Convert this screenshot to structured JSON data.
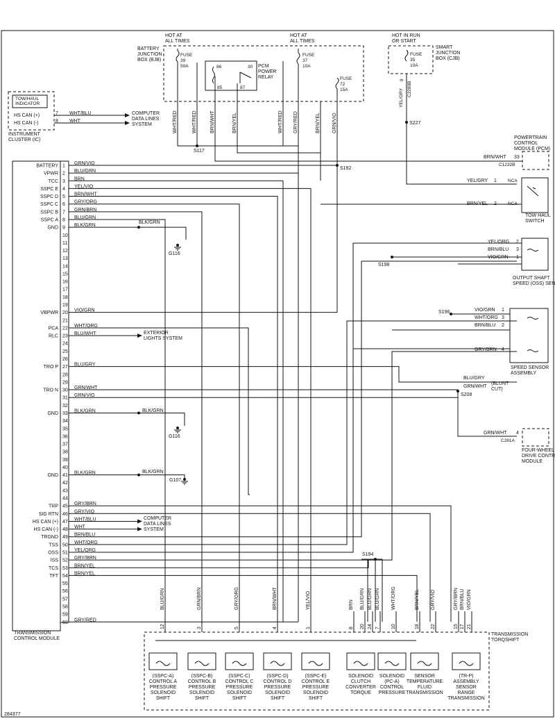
{
  "figure_id": "284377",
  "bjb": {
    "hot_label": [
      "HOT AT",
      "ALL TIMES"
    ],
    "box_name": [
      "BATTERY",
      "JUNCTION",
      "BOX (BJB)"
    ],
    "fuse39": [
      "FUSE",
      "39",
      "50A"
    ],
    "relay": [
      "PCM",
      "POWER",
      "RELAY"
    ],
    "relay_pins": [
      "86",
      "30",
      "85",
      "87"
    ],
    "hot_label2": [
      "HOT AT",
      "ALL TIMES"
    ],
    "fuse37": [
      "FUSE",
      "37",
      "10A"
    ],
    "fuse72": [
      "FUSE",
      "72",
      "15A"
    ]
  },
  "cjb": {
    "hot_label": [
      "HOT IN RUN",
      "OR START"
    ],
    "box_name": [
      "SMART",
      "JUNCTION",
      "BOX (CJB)"
    ],
    "fuse35": [
      "FUSE",
      "35",
      "10A"
    ],
    "pin": "9",
    "connector": "C2280B",
    "wire": "YEL/GRY",
    "splice": "S227"
  },
  "ic": {
    "indicator": [
      "TOW/HAUL",
      "INDICATOR"
    ],
    "pins": [
      {
        "name": "HS CAN (+)",
        "num": "7",
        "wire": "WHT/BLU"
      },
      {
        "name": "HS CAN (-)",
        "num": "8",
        "wire": "WHT"
      }
    ],
    "dest": [
      "COMPUTER",
      "DATA LINES",
      "SYSTEM"
    ],
    "name": [
      "INSTRUMENT",
      "CLUSTER (IC)"
    ]
  },
  "top_wires": [
    "WHT/RED",
    "WHT/RED",
    "BRN/WHT",
    "BRN/YEL",
    "WHT/RED",
    "GRY/RED",
    "BRN/YEL",
    "GRN/VIO"
  ],
  "splices": {
    "s117": "S117",
    "s192": "S192",
    "s198": "S198",
    "s196": "S196",
    "s208": "S208",
    "s194": "S194"
  },
  "pcm": {
    "name": [
      "POWERTRAIN",
      "CONTROL",
      "MODULE (PCM)"
    ],
    "wire": "BRN/WHT",
    "pin": "33",
    "connector": "C1232B"
  },
  "tow_switch": {
    "name": [
      "TOW HAUL",
      "SWITCH"
    ],
    "w1": "YEL/GRY",
    "p1": "1",
    "w2": "BRN/YEL",
    "p2": "2",
    "nca": "NCA"
  },
  "oss": {
    "name": [
      "OUTPUT SHAFT",
      "SPEED (OSS) SENSOR"
    ],
    "wires": [
      {
        "w": "YEL/ORG",
        "p": "2"
      },
      {
        "w": "BRN/BLU",
        "p": "3"
      },
      {
        "w": "VIO/GRN",
        "p": "1"
      }
    ]
  },
  "speed_assy": {
    "name": [
      "SPEED SENSOR",
      "ASSEMBLY"
    ],
    "wires": [
      {
        "w": "VIO/GRN",
        "p": "1"
      },
      {
        "w": "WHT/ORG",
        "p": "3"
      },
      {
        "w": "BRN/BLU",
        "p": "2"
      },
      {
        "w": "GRY/BRN",
        "p": "4"
      }
    ]
  },
  "blunt": {
    "w1": "BLU/GRY",
    "w2": "GRN/WHT",
    "note": [
      "(BLUNT",
      "CUT)"
    ]
  },
  "fwd": {
    "name": [
      "FOUR-WHEEL",
      "DRIVE CONTROL",
      "MODULE"
    ],
    "wire": "GRN/WHT",
    "pin": "4",
    "connector": "C281A"
  },
  "tcm": {
    "name": [
      "TRANSMISSION",
      "CONTROL MODULE"
    ],
    "pins": [
      {
        "num": "1",
        "name": "BATTERY",
        "wire": "GRN/VIO"
      },
      {
        "num": "2",
        "name": "VPWR",
        "wire": "BLU/GRN"
      },
      {
        "num": "3",
        "name": "TCC",
        "wire": "BRN"
      },
      {
        "num": "4",
        "name": "SSPC E",
        "wire": "YEL/VIO"
      },
      {
        "num": "5",
        "name": "SSPC D",
        "wire": "BRN/WHT"
      },
      {
        "num": "6",
        "name": "SSPC C",
        "wire": "GRY/ORG"
      },
      {
        "num": "7",
        "name": "SSPC B",
        "wire": "GRN/BRN"
      },
      {
        "num": "8",
        "name": "SSPC A",
        "wire": "BLU/GRN"
      },
      {
        "num": "9",
        "name": "GND",
        "wire": "BLK/GRN"
      },
      {
        "num": "10",
        "name": "",
        "wire": ""
      },
      {
        "num": "11",
        "name": "",
        "wire": ""
      },
      {
        "num": "12",
        "name": "",
        "wire": ""
      },
      {
        "num": "13",
        "name": "",
        "wire": ""
      },
      {
        "num": "14",
        "name": "",
        "wire": ""
      },
      {
        "num": "15",
        "name": "",
        "wire": ""
      },
      {
        "num": "16",
        "name": "",
        "wire": ""
      },
      {
        "num": "17",
        "name": "",
        "wire": ""
      },
      {
        "num": "18",
        "name": "",
        "wire": ""
      },
      {
        "num": "19",
        "name": "",
        "wire": ""
      },
      {
        "num": "20",
        "name": "VBPWR",
        "wire": "VIO/GRN"
      },
      {
        "num": "21",
        "name": "",
        "wire": ""
      },
      {
        "num": "22",
        "name": "PCA",
        "wire": "WHT/ORG"
      },
      {
        "num": "23",
        "name": "RLC",
        "wire": "BLU/WHT"
      },
      {
        "num": "24",
        "name": "",
        "wire": ""
      },
      {
        "num": "25",
        "name": "",
        "wire": ""
      },
      {
        "num": "26",
        "name": "",
        "wire": ""
      },
      {
        "num": "27",
        "name": "TRO P",
        "wire": "BLU/GRY"
      },
      {
        "num": "28",
        "name": "",
        "wire": ""
      },
      {
        "num": "29",
        "name": "",
        "wire": ""
      },
      {
        "num": "30",
        "name": "TRO N",
        "wire": "GRN/WHT"
      },
      {
        "num": "31",
        "name": "",
        "wire": "GRN/VIO"
      },
      {
        "num": "32",
        "name": "",
        "wire": ""
      },
      {
        "num": "33",
        "name": "GND",
        "wire": "BLK/GRN"
      },
      {
        "num": "34",
        "name": "",
        "wire": ""
      },
      {
        "num": "35",
        "name": "",
        "wire": ""
      },
      {
        "num": "36",
        "name": "",
        "wire": ""
      },
      {
        "num": "37",
        "name": "",
        "wire": ""
      },
      {
        "num": "38",
        "name": "",
        "wire": ""
      },
      {
        "num": "39",
        "name": "",
        "wire": ""
      },
      {
        "num": "40",
        "name": "",
        "wire": ""
      },
      {
        "num": "41",
        "name": "GND",
        "wire": "BLK/GRN"
      },
      {
        "num": "42",
        "name": "",
        "wire": ""
      },
      {
        "num": "43",
        "name": "",
        "wire": ""
      },
      {
        "num": "44",
        "name": "",
        "wire": ""
      },
      {
        "num": "45",
        "name": "TRP",
        "wire": "GRY/BRN"
      },
      {
        "num": "46",
        "name": "SIG RTN",
        "wire": "GRY/VIO"
      },
      {
        "num": "47",
        "name": "HS CAN (+)",
        "wire": "WHT/BLU"
      },
      {
        "num": "48",
        "name": "HS CAN (-)",
        "wire": "WHT"
      },
      {
        "num": "49",
        "name": "TRGND",
        "wire": "BRN/BLU"
      },
      {
        "num": "50",
        "name": "TSS",
        "wire": "WHT/ORG"
      },
      {
        "num": "51",
        "name": "OSS",
        "wire": "YEL/ORG"
      },
      {
        "num": "52",
        "name": "ISS",
        "wire": "GRY/BRN"
      },
      {
        "num": "53",
        "name": "TCS",
        "wire": "BRN/YEL"
      },
      {
        "num": "54",
        "name": "TFT",
        "wire": "BRN/YEL"
      },
      {
        "num": "55",
        "name": "",
        "wire": ""
      },
      {
        "num": "56",
        "name": "",
        "wire": ""
      },
      {
        "num": "57",
        "name": "",
        "wire": ""
      },
      {
        "num": "58",
        "name": "",
        "wire": ""
      },
      {
        "num": "59",
        "name": "",
        "wire": ""
      },
      {
        "num": "60",
        "name": "",
        "wire": "GRY/RED"
      }
    ]
  },
  "gnd_branches": [
    {
      "wire": "BLK/GRN",
      "id": "G116"
    },
    {
      "wire": "BLK/GRN",
      "id": "G116"
    },
    {
      "wire": "BLK/GRN",
      "id": "G107"
    }
  ],
  "ext_lights": [
    "EXTERIOR",
    "LIGHTS SYSTEM"
  ],
  "cdl2": [
    "COMPUTER",
    "DATA LINES",
    "SYSTEM"
  ],
  "bottom_wires": [
    {
      "w": "BLU/GRN",
      "p": "12"
    },
    {
      "w": "GRN/BRN",
      "p": "3"
    },
    {
      "w": "GRY/ORG",
      "p": "5"
    },
    {
      "w": "BRN/WHT",
      "p": "4"
    },
    {
      "w": "YEL/VIO",
      "p": "1"
    },
    {
      "w": "BRN",
      "p": "8"
    },
    {
      "w": "BLU/GRN",
      "p": "20"
    },
    {
      "w": "BLU/GRN",
      "p": "24"
    },
    {
      "w": "BLU/GRN",
      "p": "7"
    },
    {
      "w": "WHT/ORG",
      "p": "10"
    },
    {
      "w": "BRN/YEL",
      "p": "18"
    },
    {
      "w": "GRY/VIO",
      "p": "22"
    },
    {
      "w": "GRY/BRN",
      "p": "15"
    },
    {
      "w": "BRN/BLU",
      "p": "17"
    },
    {
      "w": "VIO/GRN",
      "p": "21"
    }
  ],
  "trans": {
    "name": [
      "TRANSMISSION",
      "TORQSHIFT"
    ]
  },
  "components": [
    [
      "(SSPC-A)",
      "CONTROL A",
      "PRESSURE",
      "SOLENOID",
      "SHIFT"
    ],
    [
      "(SSPC-B)",
      "CONTROL B",
      "PRESSURE",
      "SOLENOID",
      "SHIFT"
    ],
    [
      "(SSPC-C)",
      "CONTROL C",
      "PRESSURE",
      "SOLENOID",
      "SHIFT"
    ],
    [
      "(SSPC-D)",
      "CONTROL D",
      "PRESSURE",
      "SOLENOID",
      "SHIFT"
    ],
    [
      "(SSPC-E)",
      "CONTROL E",
      "PRESSURE",
      "SOLENOID",
      "SHIFT"
    ],
    [
      "SOLENOID",
      "CLUTCH",
      "CONVERTER",
      "TORQUE"
    ],
    [
      "SOLENOID",
      "(PC-A)",
      "CONTROL",
      "PRESSURE"
    ],
    [
      "SENSOR",
      "TEMPERATURE",
      "FLUID",
      "TRANSMISSION"
    ],
    [
      "(TR-P)",
      "ASSEMBLY",
      "SENSOR",
      "RANGE",
      "TRANSMISSION"
    ]
  ]
}
